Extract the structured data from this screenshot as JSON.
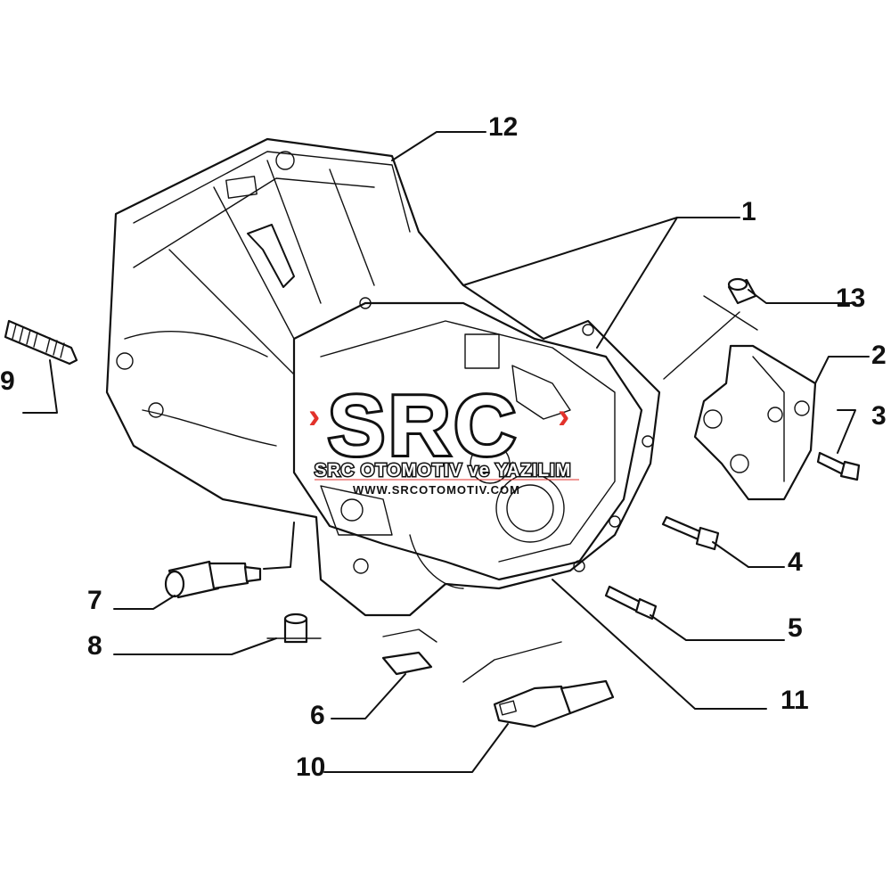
{
  "callouts": {
    "c1": "1",
    "c2": "2",
    "c3": "3",
    "c4": "4",
    "c5": "5",
    "c6": "6",
    "c7": "7",
    "c8": "8",
    "c9": "9",
    "c10": "10",
    "c11": "11",
    "c12": "12",
    "c13": "13"
  },
  "watermark": {
    "logo": "SRC",
    "company": "SRC OTOMOTIV ve YAZILIM",
    "website": "WWW.SRCOTOMOTIV.COM",
    "accent_color": "#e2322b"
  }
}
